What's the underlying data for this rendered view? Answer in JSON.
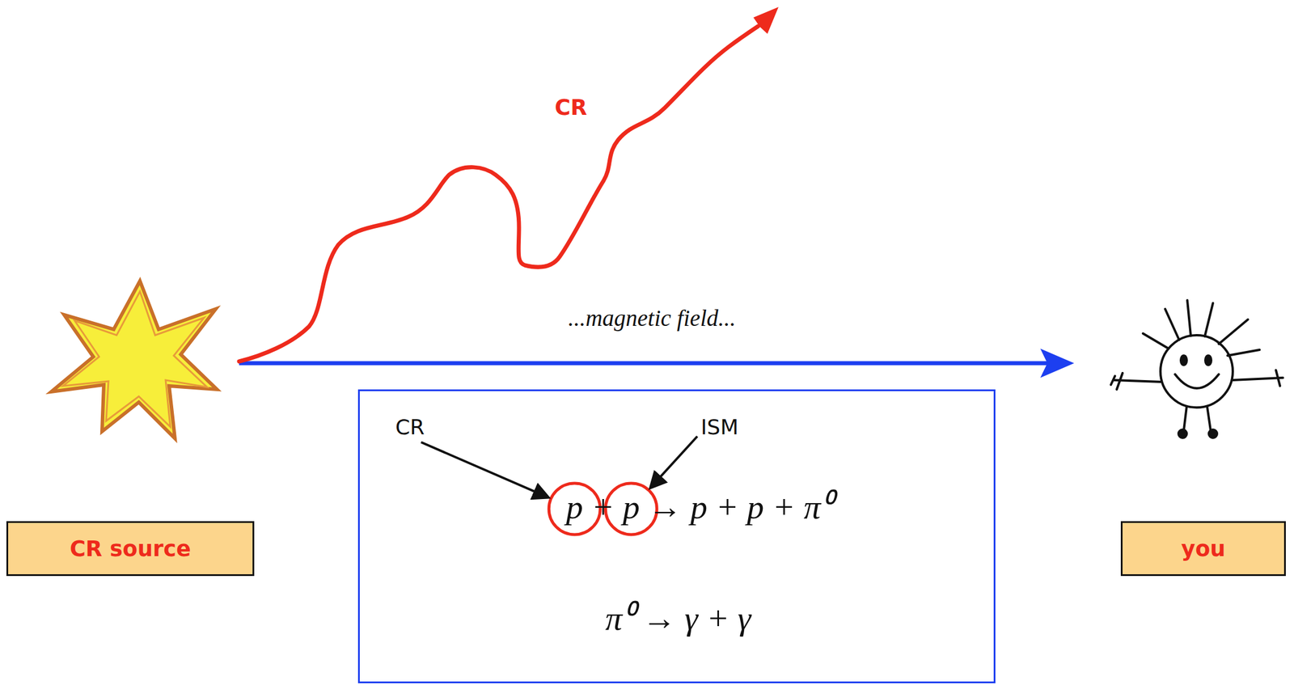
{
  "diagram": {
    "nodes": [
      {
        "text": [
          "CR source"
        ]
      },
      {
        "text": [
          "CR",
          "ISM",
          "p + p → p + p + π⁰",
          "π⁰ → γ + γ"
        ]
      },
      {
        "text": [
          "you"
        ]
      }
    ],
    "labels": [
      "CR",
      "...magnetic field..."
    ]
  }
}
